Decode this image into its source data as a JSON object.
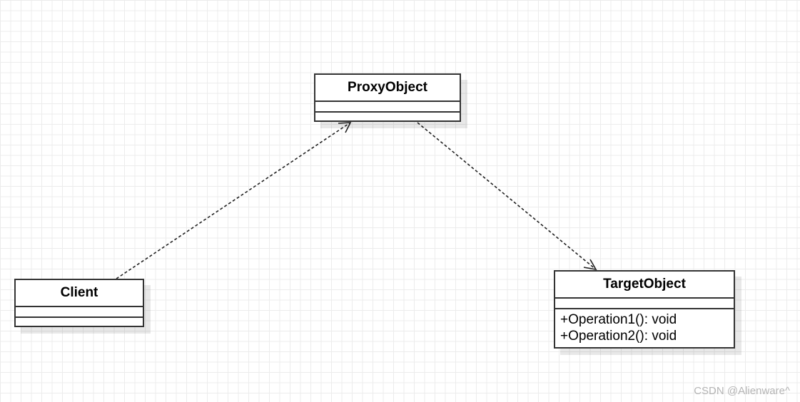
{
  "diagram": {
    "classes": {
      "proxy": {
        "name": "ProxyObject",
        "operations": []
      },
      "client": {
        "name": "Client",
        "operations": []
      },
      "target": {
        "name": "TargetObject",
        "operations": [
          "+Operation1(): void",
          "+Operation2(): void"
        ]
      }
    },
    "relations": [
      {
        "from": "Client",
        "to": "ProxyObject",
        "style": "dashed",
        "arrow": "open"
      },
      {
        "from": "ProxyObject",
        "to": "TargetObject",
        "style": "dashed",
        "arrow": "open"
      }
    ],
    "colors": {
      "line": "#333333",
      "grid": "#ececec",
      "watermark": "#b5b5b5"
    }
  },
  "watermark": "CSDN @Alienware^"
}
